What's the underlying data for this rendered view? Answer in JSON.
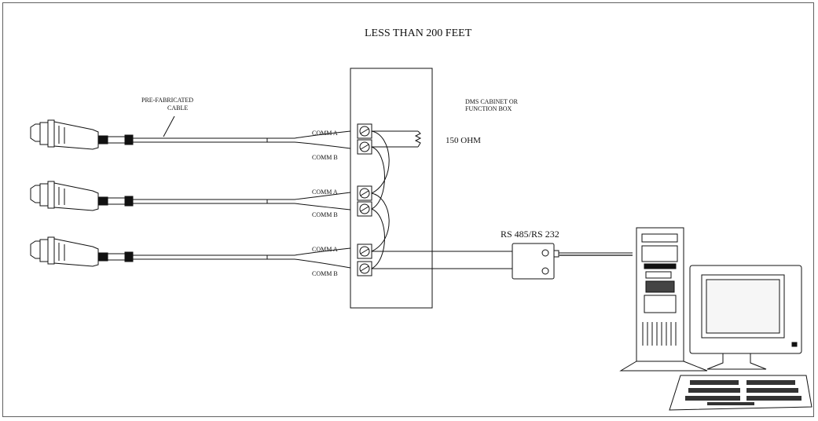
{
  "title": "LESS THAN 200 FEET",
  "cable_label_line1": "PRE-FABRICATED",
  "cable_label_line2": "CABLE",
  "cabinet_label_line1": "DMS CABINET OR",
  "cabinet_label_line2": "FUNCTION BOX",
  "resistor_label": "150  OHM",
  "converter_label": "RS 485/RS 232",
  "terminal_a_label": "COMM A",
  "terminal_b_label": "COMM B",
  "devices": [
    {
      "id": "device-1",
      "a": "COMM A",
      "b": "COMM B"
    },
    {
      "id": "device-2",
      "a": "COMM A",
      "b": "COMM B"
    },
    {
      "id": "device-3",
      "a": "COMM A",
      "b": "COMM B"
    }
  ]
}
